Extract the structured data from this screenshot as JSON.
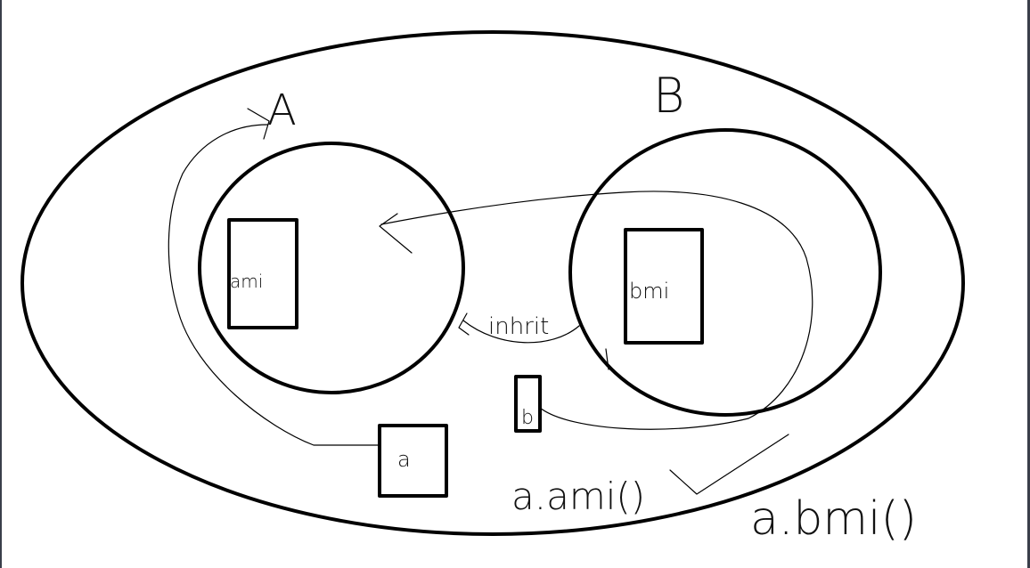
{
  "labels": {
    "set_a": "A",
    "set_b": "B",
    "method_a": "ami",
    "method_b": "bmi",
    "relation": "inhrit",
    "object_a": "a",
    "object_b": "b",
    "call_ok": "a.ami()",
    "call_b": "a.bmi()"
  },
  "colors": {
    "ink": "#000000",
    "background": "#ffffff",
    "window_edge": "#3a3f4a"
  }
}
